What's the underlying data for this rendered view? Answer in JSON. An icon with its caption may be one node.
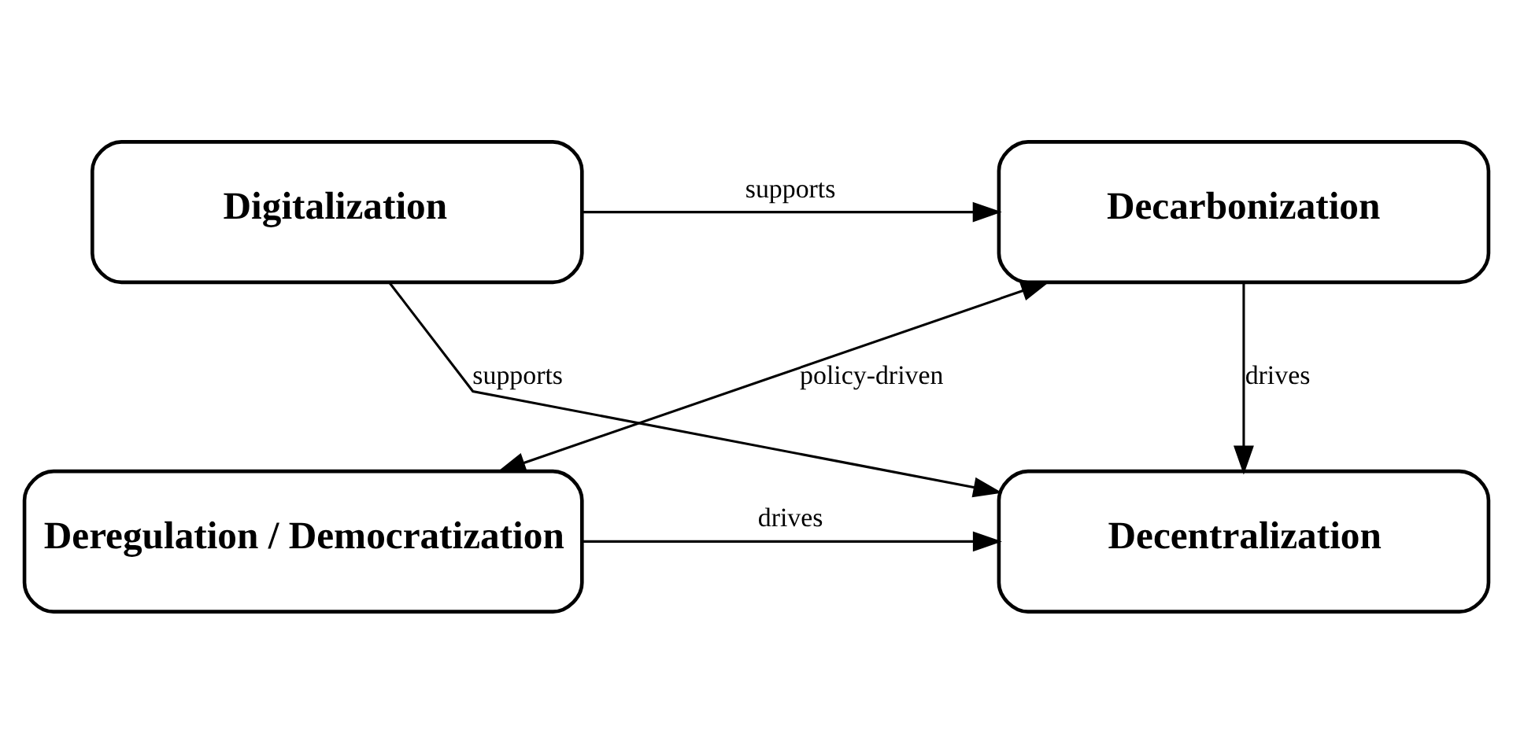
{
  "diagram": {
    "nodes": [
      {
        "text": [
          "Digitalization"
        ]
      },
      {
        "text": [
          "Decarbonization"
        ]
      },
      {
        "text": [
          "Decentralization"
        ]
      },
      {
        "text": [
          "Deregulation / Democratization"
        ]
      }
    ],
    "edges": [
      {
        "from": 0,
        "to": 1,
        "arrow": "to",
        "label": "supports"
      },
      {
        "from": 0,
        "to": 2,
        "arrow": "to",
        "label": "supports"
      },
      {
        "from": 1,
        "to": 2,
        "arrow": "to",
        "label": "drives"
      },
      {
        "from": 3,
        "to": 2,
        "arrow": "to",
        "label": "drives"
      },
      {
        "from": 1,
        "to": 3,
        "arrow": "both",
        "label": "policy-driven"
      }
    ]
  }
}
